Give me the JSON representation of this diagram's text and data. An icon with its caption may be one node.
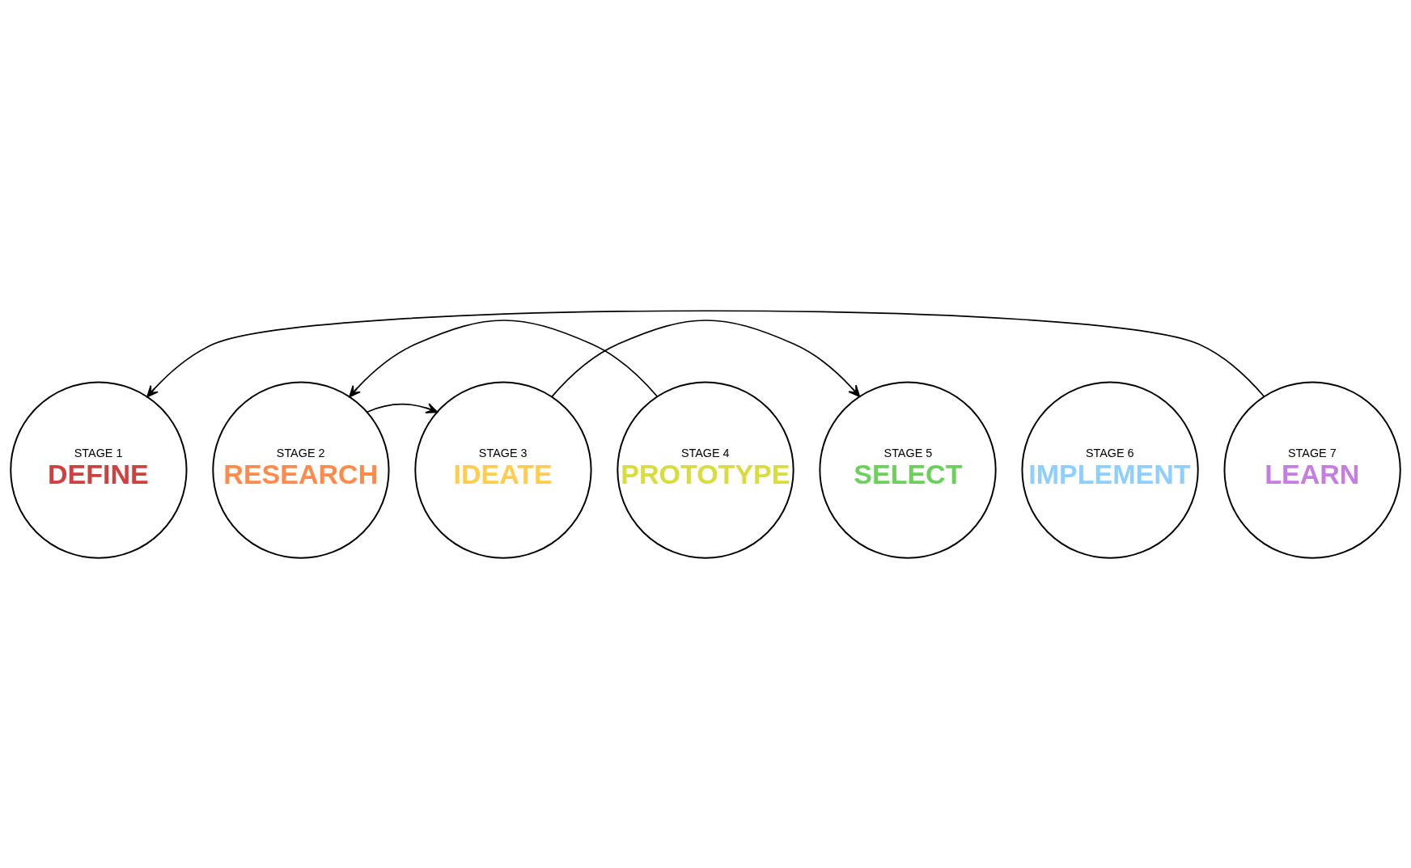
{
  "diagram": {
    "nodes": [
      {
        "text": [
          "STAGE 1",
          "DEFINE"
        ]
      },
      {
        "text": [
          "STAGE 2",
          "RESEARCH"
        ]
      },
      {
        "text": [
          "STAGE 3",
          "IDEATE"
        ]
      },
      {
        "text": [
          "STAGE 4",
          "PROTOTYPE"
        ]
      },
      {
        "text": [
          "STAGE 5",
          "SELECT"
        ]
      },
      {
        "text": [
          "STAGE 6",
          "IMPLEMENT"
        ]
      },
      {
        "text": [
          "STAGE 7",
          "LEARN"
        ]
      }
    ],
    "edges": [
      {
        "from": 6,
        "to": 0,
        "arrow": "to"
      },
      {
        "from": 3,
        "to": 1,
        "arrow": "to"
      },
      {
        "from": 1,
        "to": 2,
        "arrow": "to"
      },
      {
        "from": 2,
        "to": 4,
        "arrow": "to"
      }
    ]
  }
}
